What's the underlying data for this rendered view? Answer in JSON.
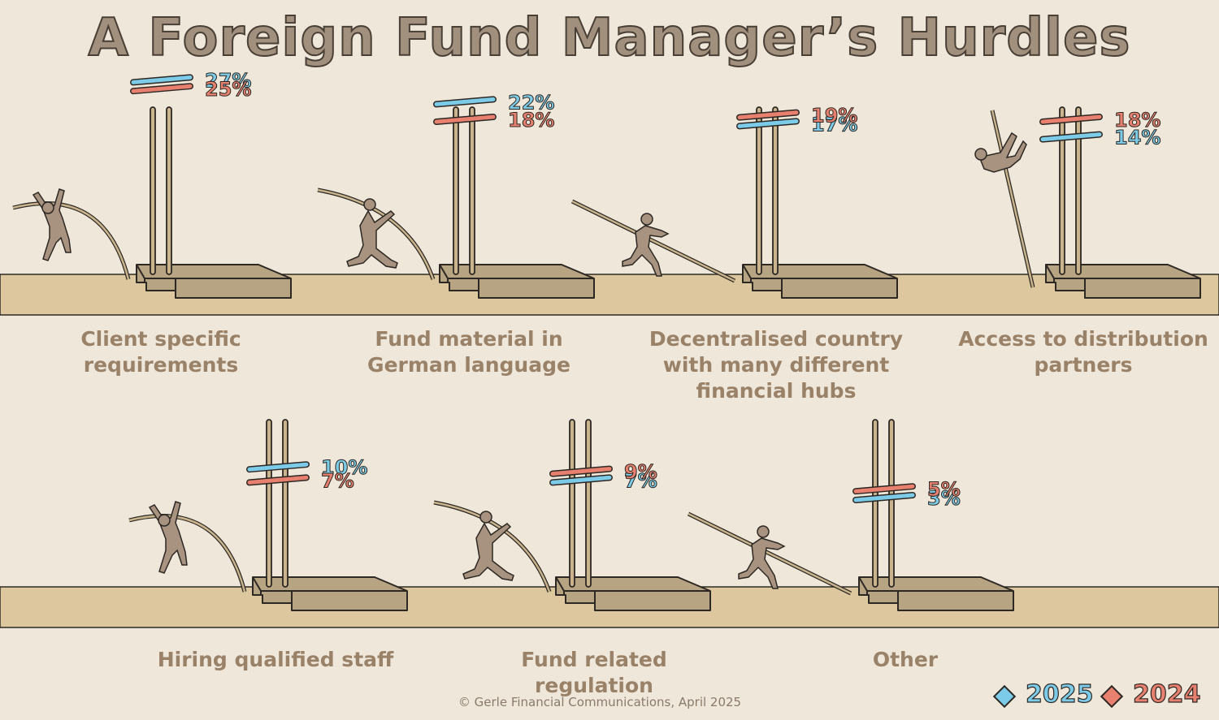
{
  "title": "A Foreign Fund Manager’s Hurdles",
  "footer": "© Gerle Financial Communications, April 2025",
  "colors": {
    "c2025": "#7ccbe8",
    "c2024": "#e8806f",
    "ground": "#dcc79e",
    "box": "#b7a483",
    "pole": "#c9b48e",
    "figure": "#a89280",
    "outline": "#2d2823",
    "background": "#efe7da"
  },
  "legend": [
    {
      "label": "2025",
      "color": "#7ccbe8"
    },
    {
      "label": "2024",
      "color": "#e8806f"
    }
  ],
  "chart_data": {
    "type": "bar",
    "title": "A Foreign Fund Manager’s Hurdles",
    "unit": "%",
    "categories": [
      [
        "Client specific",
        "requirements"
      ],
      [
        "Fund material in",
        "German language"
      ],
      [
        "Decentralised country",
        "with many different",
        "financial hubs"
      ],
      [
        "Access to distribution",
        "partners"
      ],
      [
        "Hiring qualified staff"
      ],
      [
        "Fund related regulation"
      ],
      [
        "Other"
      ]
    ],
    "series": [
      {
        "name": "2025",
        "values": [
          27,
          22,
          17,
          14,
          10,
          7,
          3
        ]
      },
      {
        "name": "2024",
        "values": [
          25,
          18,
          19,
          18,
          7,
          9,
          5
        ]
      }
    ],
    "value_labels": {
      "2025": [
        "27%",
        "22%",
        "17%",
        "14%",
        "10%",
        "7%",
        "3%"
      ],
      "2024": [
        "25%",
        "18%",
        "19%",
        "18%",
        "7%",
        "9%",
        "5%"
      ]
    },
    "legend": "bottom-right",
    "grid": false
  }
}
